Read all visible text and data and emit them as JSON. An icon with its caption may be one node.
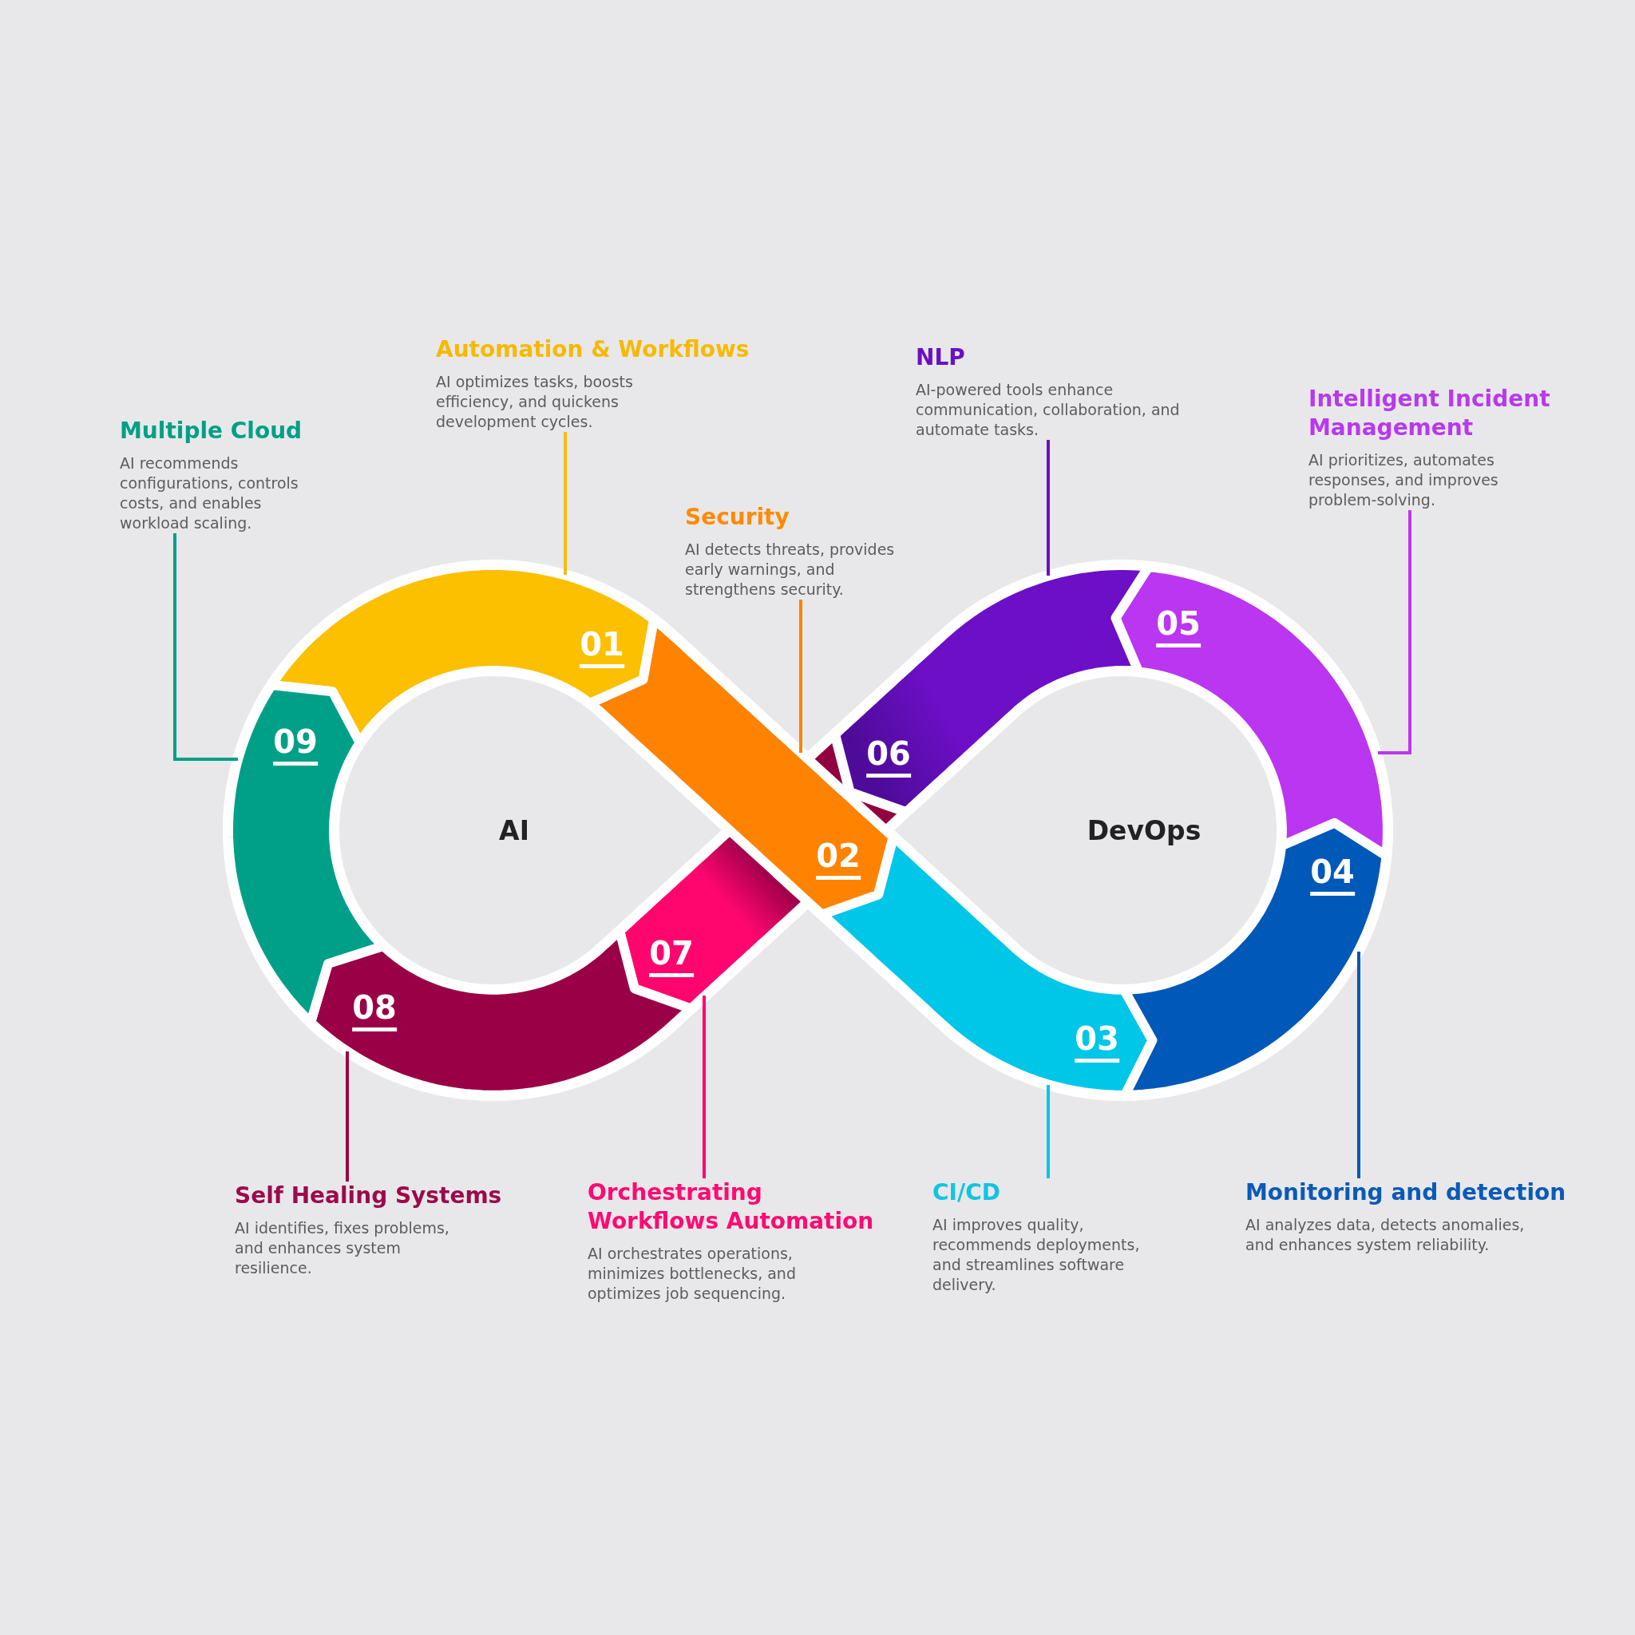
{
  "diagram": {
    "nodes": [
      {
        "text": [
          "Automation & Workflows",
          "AI optimizes tasks, boosts efficiency, and quickens development cycles."
        ]
      },
      {
        "text": [
          "NLP",
          "AI-powered tools enhance communication, collaboration, and automate tasks."
        ]
      },
      {
        "text": [
          "Intelligent Incident Management",
          "AI prioritizes, automates responses, and improves problem-solving."
        ]
      },
      {
        "text": [
          "Multiple Cloud",
          "AI recommends configurations, controls costs, and enables workload scaling."
        ]
      },
      {
        "text": [
          "Security",
          "AI detects threats, provides early warnings, and strengthens security."
        ]
      },
      {
        "text": [
          "01"
        ]
      },
      {
        "text": [
          "02"
        ]
      },
      {
        "text": [
          "03"
        ]
      },
      {
        "text": [
          "04"
        ]
      },
      {
        "text": [
          "05"
        ]
      },
      {
        "text": [
          "06"
        ]
      },
      {
        "text": [
          "07"
        ]
      },
      {
        "text": [
          "08"
        ]
      },
      {
        "text": [
          "09"
        ]
      },
      {
        "text": [
          "Self Healing Systems",
          "AI identifies, fixes problems, and enhances system resilience."
        ]
      },
      {
        "text": [
          "Orchestrating Workflows Automation",
          "AI orchestrates operations, minimizes bottlenecks, and optimizes job sequencing."
        ]
      },
      {
        "text": [
          "CI/CD",
          "AI improves quality, recommends deployments, and streamlines software delivery."
        ]
      },
      {
        "text": [
          "Monitoring and detection",
          "AI analyzes data, detects anomalies, and enhances system reliability."
        ]
      }
    ],
    "edges": [
      {
        "from": 0,
        "to": 5,
        "arrow": "none",
        "color": "#fbbd00"
      },
      {
        "from": 1,
        "to": 10,
        "arrow": "none",
        "color": "#6c0fc7"
      },
      {
        "from": 2,
        "to": 9,
        "arrow": "none",
        "color": "#bb36f0"
      },
      {
        "from": 3,
        "to": 13,
        "arrow": "none",
        "color": "#00a088"
      },
      {
        "from": 4,
        "to": 6,
        "arrow": "none",
        "color": "#ff8200"
      },
      {
        "from": 14,
        "to": 12,
        "arrow": "none",
        "color": "#9a0045"
      },
      {
        "from": 15,
        "to": 11,
        "arrow": "none",
        "color": "#ff066f"
      },
      {
        "from": 16,
        "to": 7,
        "arrow": "none",
        "color": "#00c6e8"
      },
      {
        "from": 17,
        "to": 8,
        "arrow": "none",
        "color": "#0058b8"
      }
    ],
    "labels": [
      "AI",
      "DevOps"
    ]
  }
}
